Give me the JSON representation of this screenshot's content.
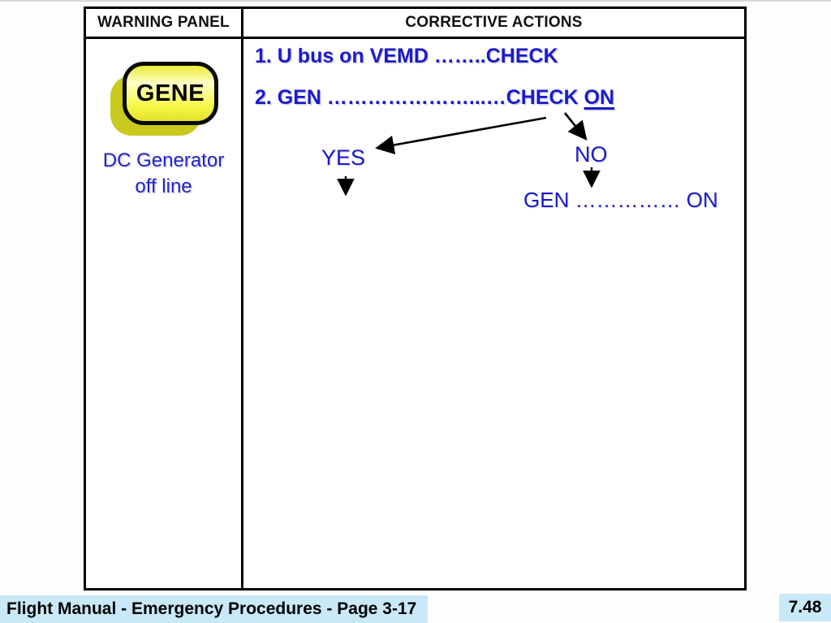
{
  "slide": {
    "table": {
      "header": {
        "warning_panel": "WARNING PANEL",
        "corrective_actions": "CORRECTIVE ACTIONS"
      },
      "warning_lamp": {
        "label": "GENE",
        "description_line1": "DC Generator",
        "description_line2": "off line"
      },
      "actions": {
        "step1": "1. U bus on VEMD ……..CHECK",
        "step2_prefix": "2. GEN …………………...…CHECK ",
        "step2_emphasis": "ON"
      },
      "decision": {
        "yes_label": "YES",
        "no_label": "NO",
        "no_result": "GEN …………… ON"
      }
    },
    "footer": {
      "caption": "Flight Manual - Emergency Procedures - Page 3-17",
      "page_number": "7.48"
    }
  },
  "colors": {
    "action_text_blue": "#1a1acc",
    "description_blue": "#2222cc",
    "lamp_yellow": "#f7f74a",
    "lamp_shadow_yellow": "#c9c91e",
    "lamp_border": "#0a0a0a",
    "table_border": "#000000",
    "footer_highlight_blue": "#c9e8f8",
    "footer_text": "#000000"
  }
}
